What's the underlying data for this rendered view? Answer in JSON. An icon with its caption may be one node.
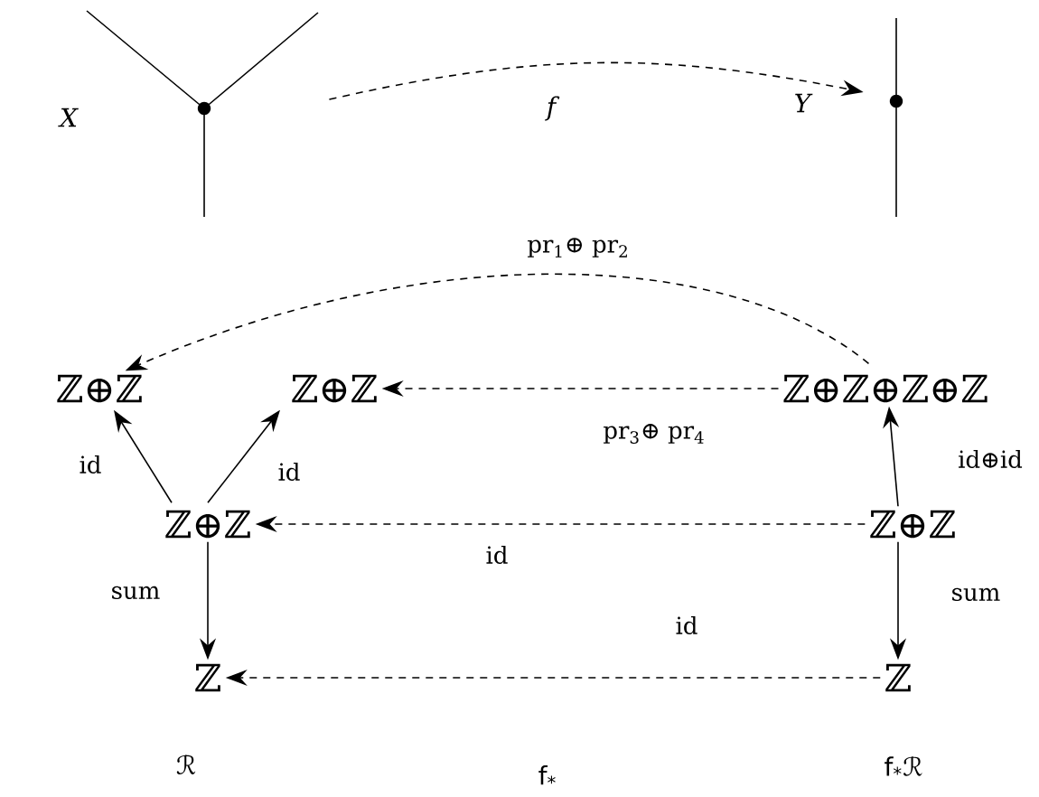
{
  "diagram": {
    "nodes": [
      {
        "text": [],
        "shape": "picture",
        "beside": [
          "X"
        ]
      },
      {
        "text": [],
        "shape": "picture",
        "beside": [
          "Y"
        ]
      },
      {
        "text": [
          "ℤ⊕ℤ"
        ]
      },
      {
        "text": [
          "ℤ⊕ℤ"
        ]
      },
      {
        "text": [
          "ℤ⊕ℤ⊕ℤ⊕ℤ"
        ]
      },
      {
        "text": [
          "ℤ⊕ℤ"
        ]
      },
      {
        "text": [
          "ℤ⊕ℤ"
        ]
      },
      {
        "text": [
          "ℤ"
        ]
      },
      {
        "text": [
          "ℤ"
        ]
      }
    ],
    "edges": [
      {
        "from": 0,
        "to": 1,
        "arrow": "to",
        "style": "dashed",
        "label": "f"
      },
      {
        "from": 4,
        "to": 2,
        "arrow": "to",
        "style": "dashed",
        "label": "pr$_{1}$⊕ pr$_{2}$"
      },
      {
        "from": 4,
        "to": 3,
        "arrow": "to",
        "style": "dashed",
        "label": "pr$_{3}$⊕ pr$_{4}$"
      },
      {
        "from": 5,
        "to": 2,
        "arrow": "to",
        "label": "id"
      },
      {
        "from": 5,
        "to": 3,
        "arrow": "to",
        "label": "id"
      },
      {
        "from": 6,
        "to": 4,
        "arrow": "to",
        "label": "id⊕id"
      },
      {
        "from": 6,
        "to": 5,
        "arrow": "to",
        "style": "dashed",
        "label": "id"
      },
      {
        "from": 5,
        "to": 7,
        "arrow": "to",
        "label": "sum"
      },
      {
        "from": 6,
        "to": 8,
        "arrow": "to",
        "label": "sum"
      },
      {
        "from": 8,
        "to": 7,
        "arrow": "to",
        "style": "dashed",
        "label": "id"
      }
    ],
    "labels": [
      "ℛ",
      "f$_{*}$",
      "f$_{*}$ℛ"
    ]
  }
}
